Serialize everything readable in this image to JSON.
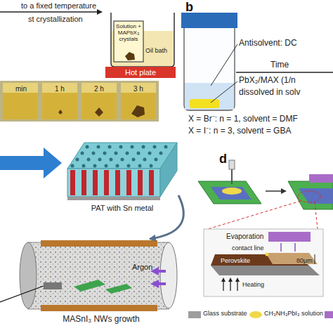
{
  "diagram": {
    "nodes": [
      {
        "text": [
          "Hot plate"
        ]
      },
      {
        "text": [
          "Oil bath"
        ]
      },
      {
        "text": [
          "Solution + MAPbX₃ crystals"
        ],
        "in": 1
      },
      {
        "text": [
          "PAT with Sn metal"
        ]
      },
      {
        "text": [
          "Argon",
          "MASnI₃ NWs growth"
        ]
      }
    ],
    "edges": [
      {
        "from": 3,
        "to": 4,
        "arrow": "to"
      }
    ],
    "labels": [
      "to a fixed temperature",
      "st crystallization",
      "min",
      "1 h",
      "2 h",
      "3 h",
      "b",
      "Antisolvent: DC",
      "Time",
      "PbX₂/MAX (1/n",
      "dissolved in solv",
      "X = Br⁻: n = 1, solvent = DMF",
      "X = I⁻: n = 3, solvent = GBA",
      "d",
      "Evaporation",
      "contact line",
      "80μm",
      "Perovskite",
      "Heating"
    ],
    "legend": [
      {
        "text": "Glass substrate",
        "color": "#9e9e9e"
      },
      {
        "text": "CH₃NH₃PbI₃ solution",
        "color": "#f0d84a"
      }
    ]
  }
}
